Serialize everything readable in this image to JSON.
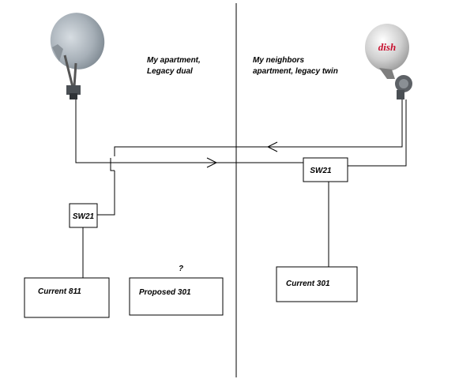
{
  "colors": {
    "line": "#000000",
    "dish_left": "#a7b0b8",
    "dish_right": "#c9c9c9",
    "dish_logo_red": "#c8102e"
  },
  "icons": {
    "left_dish": "satellite-dish-legacy-dual-icon",
    "right_dish": "satellite-dish-dish-network-icon"
  },
  "labels": {
    "my_apartment_line1": "My apartment,",
    "my_apartment_line2": "Legacy dual",
    "neighbor_line1": "My neighbors",
    "neighbor_line2": "apartment, legacy twin",
    "question": "?"
  },
  "boxes": {
    "sw21_left": "SW21",
    "sw21_right": "SW21",
    "current_811": "Current 811",
    "proposed_301": "Proposed 301",
    "current_301": "Current 301"
  },
  "logo": {
    "text": "dish"
  }
}
